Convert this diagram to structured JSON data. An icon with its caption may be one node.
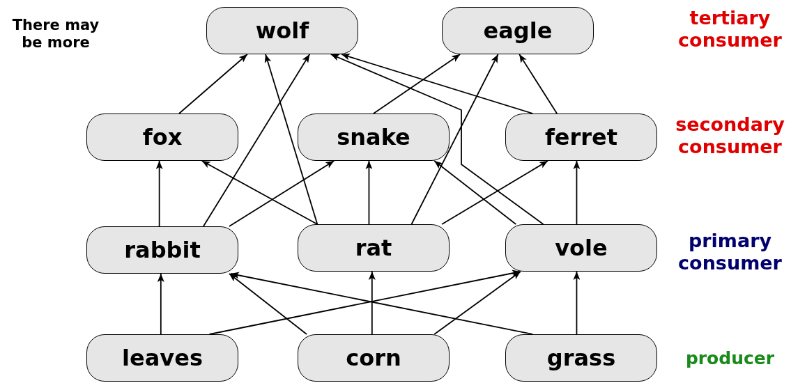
{
  "diagram": {
    "nodes": [
      {
        "text": [
          "wolf"
        ]
      },
      {
        "text": [
          "eagle"
        ]
      },
      {
        "text": [
          "fox"
        ]
      },
      {
        "text": [
          "snake"
        ]
      },
      {
        "text": [
          "ferret"
        ]
      },
      {
        "text": [
          "rabbit"
        ]
      },
      {
        "text": [
          "rat"
        ]
      },
      {
        "text": [
          "vole"
        ]
      },
      {
        "text": [
          "leaves"
        ]
      },
      {
        "text": [
          "corn"
        ]
      },
      {
        "text": [
          "grass"
        ]
      }
    ],
    "edges": [
      {
        "from": 2,
        "to": 0,
        "arrow": "to"
      },
      {
        "from": 5,
        "to": 0,
        "arrow": "to"
      },
      {
        "from": 6,
        "to": 0,
        "arrow": "to"
      },
      {
        "from": 3,
        "to": 1,
        "arrow": "to"
      },
      {
        "from": 4,
        "to": 0,
        "arrow": "to"
      },
      {
        "from": 7,
        "to": 0,
        "arrow": "to"
      },
      {
        "from": 6,
        "to": 1,
        "arrow": "to"
      },
      {
        "from": 4,
        "to": 1,
        "arrow": "to"
      },
      {
        "from": 5,
        "to": 2,
        "arrow": "to"
      },
      {
        "from": 6,
        "to": 2,
        "arrow": "to"
      },
      {
        "from": 5,
        "to": 3,
        "arrow": "to"
      },
      {
        "from": 6,
        "to": 3,
        "arrow": "to"
      },
      {
        "from": 7,
        "to": 3,
        "arrow": "to"
      },
      {
        "from": 6,
        "to": 4,
        "arrow": "to"
      },
      {
        "from": 7,
        "to": 4,
        "arrow": "to"
      },
      {
        "from": 8,
        "to": 5,
        "arrow": "to"
      },
      {
        "from": 8,
        "to": 7,
        "arrow": "to"
      },
      {
        "from": 9,
        "to": 5,
        "arrow": "to"
      },
      {
        "from": 9,
        "to": 6,
        "arrow": "to"
      },
      {
        "from": 9,
        "to": 7,
        "arrow": "to"
      },
      {
        "from": 10,
        "to": 5,
        "arrow": "to"
      },
      {
        "from": 10,
        "to": 7,
        "arrow": "to"
      }
    ],
    "labels": [
      "There may be more",
      "tertiary consumer",
      "secondary consumer",
      "primary consumer",
      "producer"
    ]
  }
}
